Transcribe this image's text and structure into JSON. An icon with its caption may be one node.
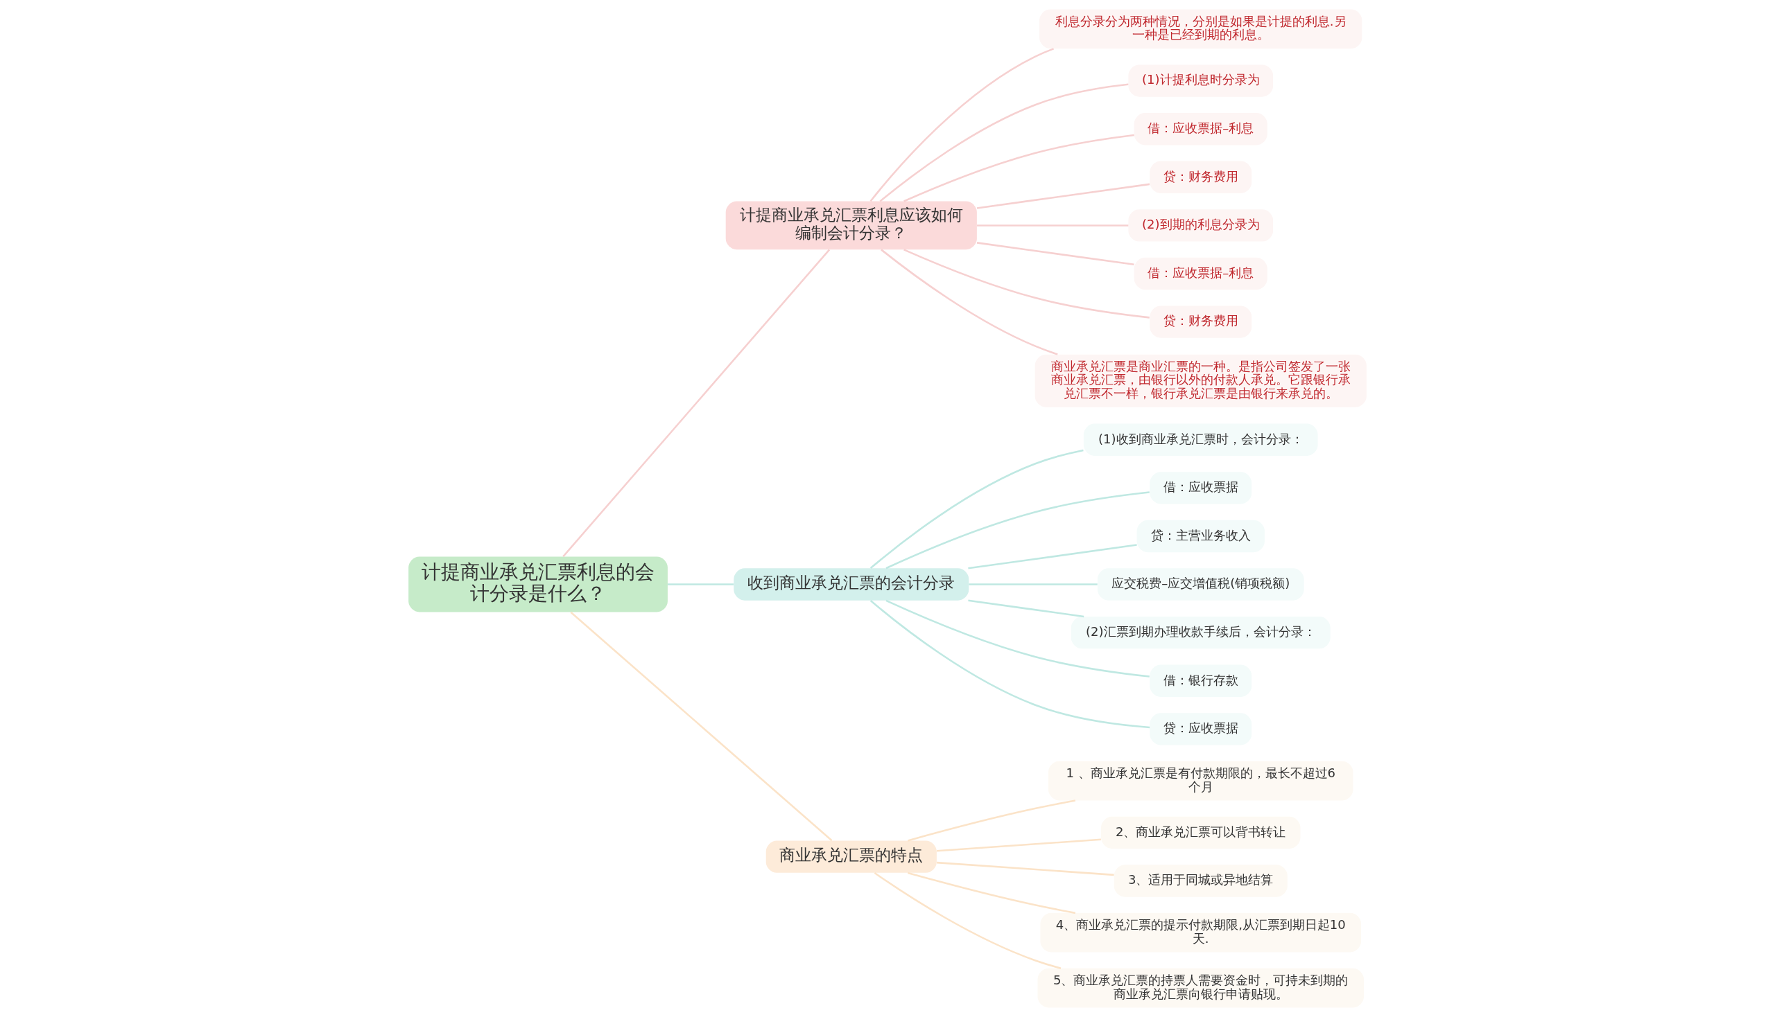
{
  "diagram": {
    "nodes": [
      {
        "text": [
          "计提商业承兑汇票利息的会计分录是什么？"
        ]
      },
      {
        "text": [
          "计提商业承兑汇票利息应该如何编制会计分录？"
        ]
      },
      {
        "text": [
          "利息分录分为两种情况，分别是如果是计提的利息.另一种是已经到期的利息。"
        ]
      },
      {
        "text": [
          "(1)计提利息时分录为"
        ]
      },
      {
        "text": [
          "借：应收票据–利息"
        ]
      },
      {
        "text": [
          "贷：财务费用"
        ]
      },
      {
        "text": [
          "(2)到期的利息分录为"
        ]
      },
      {
        "text": [
          "借：应收票据–利息"
        ]
      },
      {
        "text": [
          "贷：财务费用"
        ]
      },
      {
        "text": [
          "商业承兑汇票是商业汇票的一种。是指公司签发了一张商业承兑汇票，由银行以外的付款人承兑。它跟银行承兑汇票不一样，银行承兑汇票是由银行来承兑的。"
        ]
      },
      {
        "text": [
          "收到商业承兑汇票的会计分录"
        ]
      },
      {
        "text": [
          "(1)收到商业承兑汇票时，会计分录："
        ]
      },
      {
        "text": [
          "借：应收票据"
        ]
      },
      {
        "text": [
          "贷：主营业务收入"
        ]
      },
      {
        "text": [
          "应交税费–应交增值税(销项税额)"
        ]
      },
      {
        "text": [
          "(2)汇票到期办理收款手续后，会计分录："
        ]
      },
      {
        "text": [
          "借：银行存款"
        ]
      },
      {
        "text": [
          "贷：应收票据"
        ]
      },
      {
        "text": [
          "商业承兑汇票的特点"
        ]
      },
      {
        "text": [
          "1 、商业承兑汇票是有付款期限的，最长不超过6 个月"
        ]
      },
      {
        "text": [
          "2、商业承兑汇票可以背书转让"
        ]
      },
      {
        "text": [
          "3、适用于同城或异地结算"
        ]
      },
      {
        "text": [
          "4、商业承兑汇票的提示付款期限,从汇票到期日起10 天."
        ]
      },
      {
        "text": [
          "5、商业承兑汇票的持票人需要资金时，可持未到期的商业承兑汇票向银行申请贴现。"
        ]
      }
    ],
    "edges": [
      {
        "from": 0,
        "to": 1,
        "arrow": "none",
        "color": "#f6d0d0"
      },
      {
        "from": 1,
        "to": 2,
        "arrow": "none",
        "color": "#f6d0d0"
      },
      {
        "from": 1,
        "to": 3,
        "arrow": "none",
        "color": "#f6d0d0"
      },
      {
        "from": 1,
        "to": 4,
        "arrow": "none",
        "color": "#f6d0d0"
      },
      {
        "from": 1,
        "to": 5,
        "arrow": "none",
        "color": "#f6d0d0"
      },
      {
        "from": 1,
        "to": 6,
        "arrow": "none",
        "color": "#f6d0d0"
      },
      {
        "from": 1,
        "to": 7,
        "arrow": "none",
        "color": "#f6d0d0"
      },
      {
        "from": 1,
        "to": 8,
        "arrow": "none",
        "color": "#f6d0d0"
      },
      {
        "from": 1,
        "to": 9,
        "arrow": "none",
        "color": "#f6d0d0"
      },
      {
        "from": 0,
        "to": 10,
        "arrow": "none",
        "color": "#bfe8e2"
      },
      {
        "from": 10,
        "to": 11,
        "arrow": "none",
        "color": "#bfe8e2"
      },
      {
        "from": 10,
        "to": 12,
        "arrow": "none",
        "color": "#bfe8e2"
      },
      {
        "from": 10,
        "to": 13,
        "arrow": "none",
        "color": "#bfe8e2"
      },
      {
        "from": 10,
        "to": 14,
        "arrow": "none",
        "color": "#bfe8e2"
      },
      {
        "from": 10,
        "to": 15,
        "arrow": "none",
        "color": "#bfe8e2"
      },
      {
        "from": 10,
        "to": 16,
        "arrow": "none",
        "color": "#bfe8e2"
      },
      {
        "from": 10,
        "to": 17,
        "arrow": "none",
        "color": "#bfe8e2"
      },
      {
        "from": 0,
        "to": 18,
        "arrow": "none",
        "color": "#fbe3c8"
      },
      {
        "from": 18,
        "to": 19,
        "arrow": "none",
        "color": "#fbe3c8"
      },
      {
        "from": 18,
        "to": 20,
        "arrow": "none",
        "color": "#fbe3c8"
      },
      {
        "from": 18,
        "to": 21,
        "arrow": "none",
        "color": "#fbe3c8"
      },
      {
        "from": 18,
        "to": 22,
        "arrow": "none",
        "color": "#fbe3c8"
      },
      {
        "from": 18,
        "to": 23,
        "arrow": "none",
        "color": "#fbe3c8"
      }
    ]
  }
}
